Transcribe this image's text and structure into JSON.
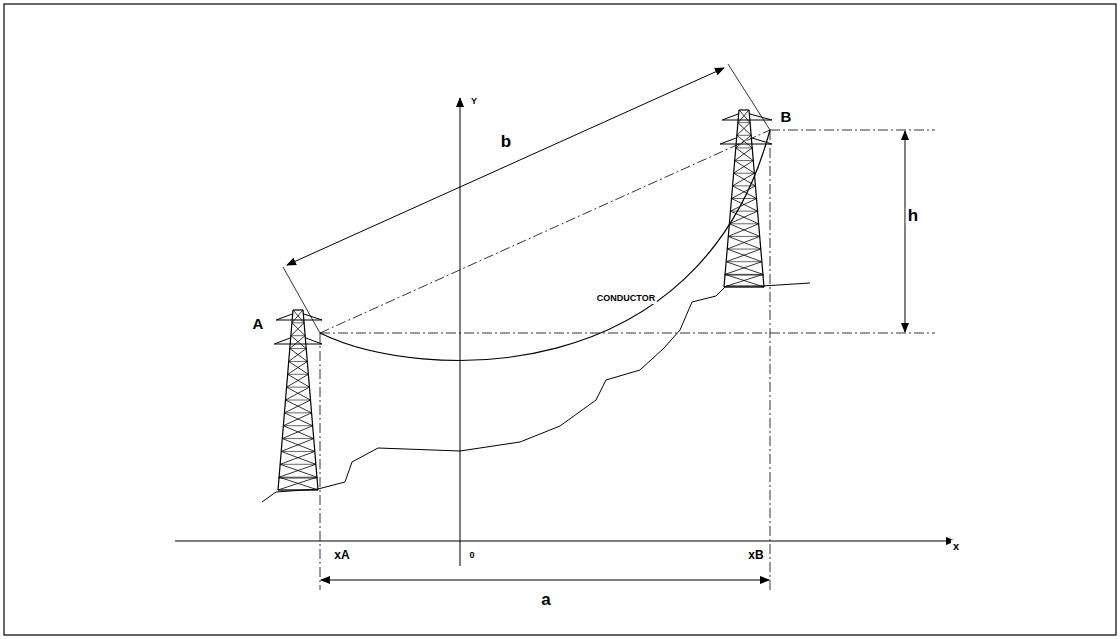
{
  "diagram": {
    "labels": [
      "A",
      "B",
      "b",
      "h",
      "Y",
      "CONDUCTOR",
      "x",
      "xA",
      "0",
      "xB",
      "a"
    ]
  }
}
